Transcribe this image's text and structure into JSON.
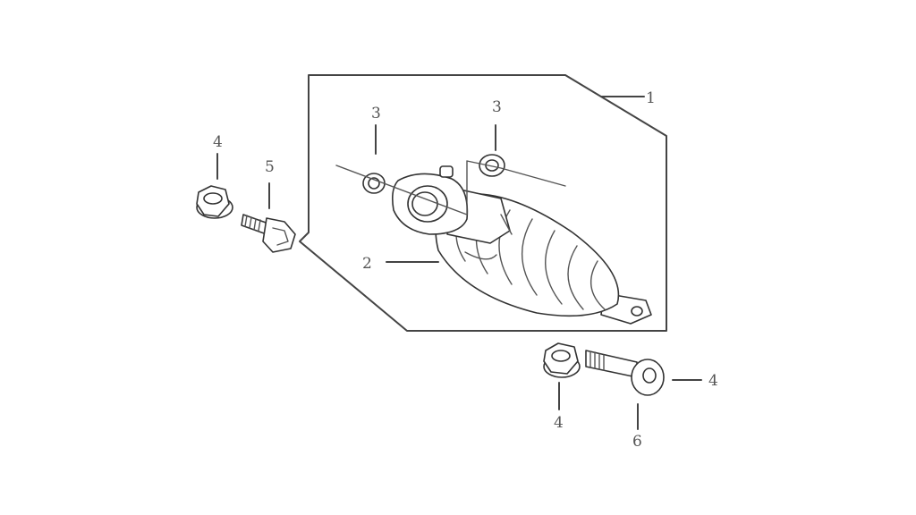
{
  "callouts": {
    "c1": "1",
    "c2": "2",
    "c3a": "3",
    "c3b": "3",
    "c4a": "4",
    "c4b": "4",
    "c4c": "4",
    "c5": "5",
    "c6": "6"
  }
}
